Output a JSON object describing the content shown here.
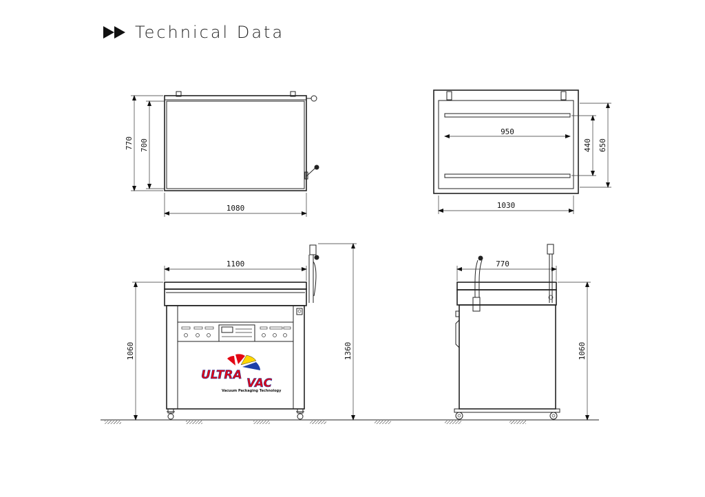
{
  "header": {
    "title": "Technical Data",
    "icon": "double-arrow-icon"
  },
  "dimensions": {
    "top_view": {
      "depth_outer": "770",
      "depth_inner": "700",
      "width": "1080"
    },
    "lid_view": {
      "bar_length": "950",
      "bar_spacing": "440",
      "height": "650",
      "width": "1030"
    },
    "front_view": {
      "width": "1100",
      "height": "1060",
      "height_open": "1360"
    },
    "side_view": {
      "depth": "770",
      "height": "1060"
    }
  },
  "logo": {
    "brand_part1": "ULTRA",
    "brand_part2": "VAC",
    "tagline": "Vacuum Packaging Technology"
  },
  "colors": {
    "line": "#222222",
    "logo_red": "#e30613",
    "logo_yellow": "#ffd700",
    "logo_blue": "#1d3fa8"
  }
}
